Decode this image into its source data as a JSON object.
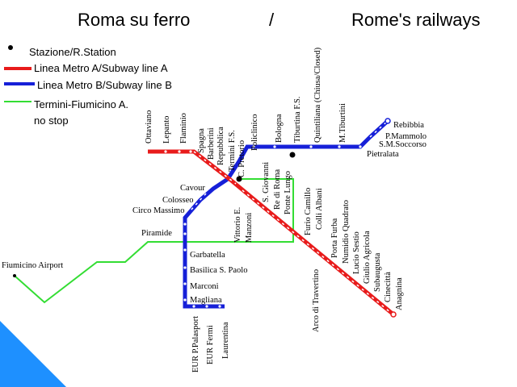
{
  "title": {
    "left": "Roma su ferro",
    "separator": "/",
    "right": "Rome's railways"
  },
  "legend": {
    "station": "Stazione/R.Station",
    "line_a": "Linea Metro A/Subway line A",
    "line_b": "Linea Metro B/Subway line B",
    "airport_line_1": "Termini-Fiumicino A.",
    "airport_line_2": "no stop"
  },
  "colors": {
    "line_a": "#e81b1b",
    "line_b": "#1620d8",
    "airport": "#33dd33",
    "corner": "#1e90ff"
  },
  "line_a": {
    "name": "Linea Metro A",
    "stations": [
      "Ottaviano",
      "Lepanto",
      "Flaminio",
      "Spagna",
      "Barberini",
      "Repubblica",
      "Termini F.S.",
      "Vittorio E.",
      "Manzoni",
      "S. Giovanni",
      "Re di Roma",
      "Ponte Lungo",
      "Furio Camillo",
      "Colli Albani",
      "Arco di Travertino",
      "Porta Furba",
      "Numidio Quadrato",
      "Lucio Sestio",
      "Giulio Agricola",
      "Subaugusta",
      "Cinecittà",
      "Anagnina"
    ]
  },
  "line_b": {
    "name": "Linea Metro B",
    "stations": [
      "Laurentina",
      "EUR Fermi",
      "EUR P.Palasport",
      "Magliana",
      "Marconi",
      "Basilica S. Paolo",
      "Garbatella",
      "Piramide",
      "Circo Massimo",
      "Colosseo",
      "Cavour",
      "Termini F.S.",
      "C. Pretorio",
      "Policlinico",
      "Bologna",
      "Tiburtina F.S.",
      "Quintiliana (Chiusa/Closed)",
      "M.Tiburtini",
      "Pietralata",
      "S.M.Soccorso",
      "P.Mammolo",
      "Rebibbia"
    ]
  },
  "airport_line": {
    "name": "Termini-Fiumicino A.",
    "endpoints": [
      "Termini F.S.",
      "Fiumicino Airport"
    ]
  },
  "labels": {
    "ottaviano": "Ottaviano",
    "lepanto": "Lepanto",
    "flaminio": "Flaminio",
    "spagna": "Spagna",
    "barberini": "Barberini",
    "repubblica": "Repubblica",
    "termini": "Termini F.S.",
    "pretorio": "C. Pretorio",
    "policlinico": "Policlinico",
    "bologna": "Bologna",
    "tiburtina": "Tiburtina F.S.",
    "quintiliana": "Quintiliana (Chiusa/Closed)",
    "mtiburtini": "M.Tiburtini",
    "rebibbia": "Rebibbia",
    "mammolo": "P.Mammolo",
    "soccorso": "S.M.Soccorso",
    "pietralata": "Pietralata",
    "cavour": "Cavour",
    "colosseo": "Colosseo",
    "circo": "Circo Massimo",
    "piramide": "Piramide",
    "fiumicino": "Fiumicino Airport",
    "garbatella": "Garbatella",
    "basilica": "Basilica S. Paolo",
    "marconi": "Marconi",
    "magliana": "Magliana",
    "palasport": "EUR P.Palasport",
    "fermi": "EUR Fermi",
    "laurentina": "Laurentina",
    "vittorio": "Vittorio E.",
    "manzoni": "Manzoni",
    "sgiovanni": "S. Giovanni",
    "rediroma": "Re di Roma",
    "pontelungo": "Ponte Lungo",
    "furio": "Furio Camillo",
    "colli": "Colli Albani",
    "arco": "Arco di Travertino",
    "portafurba": "Porta Furba",
    "numidio": "Numidio Quadrato",
    "lucio": "Lucio Sestio",
    "giulio": "Giulio Agricola",
    "subaugusta": "Subaugusta",
    "cinecitta": "Cinecittà",
    "anagnina": "Anagnina"
  }
}
